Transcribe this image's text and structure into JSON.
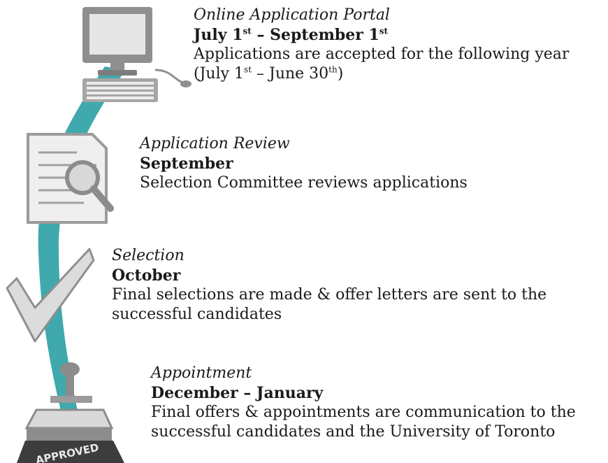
{
  "steps": [
    {
      "title": "Online Application Portal",
      "when_parts": [
        "July 1",
        "st",
        " – September 1",
        "st"
      ],
      "desc_line1": "Applications are accepted for the following year",
      "desc_line2_parts": [
        "(July 1",
        "st",
        " – June 30",
        "th",
        ")"
      ],
      "icon": "computer-icon"
    },
    {
      "title": "Application Review",
      "when": "September",
      "desc": "Selection Committee reviews applications",
      "icon": "document-magnifier-icon"
    },
    {
      "title": "Selection",
      "when": "October",
      "desc": "Final selections are made & offer letters are sent to the successful candidates",
      "icon": "checkmark-icon"
    },
    {
      "title": "Appointment",
      "when": "December – January",
      "desc": "Final offers & appointments are communication to the successful candidates and the University of Toronto",
      "icon": "stamp-icon",
      "stamp_text": "APPROVED"
    }
  ],
  "colors": {
    "path": "#3fa9ad",
    "icon_gray": "#9b9b9b",
    "icon_light": "#dcdcdc"
  }
}
